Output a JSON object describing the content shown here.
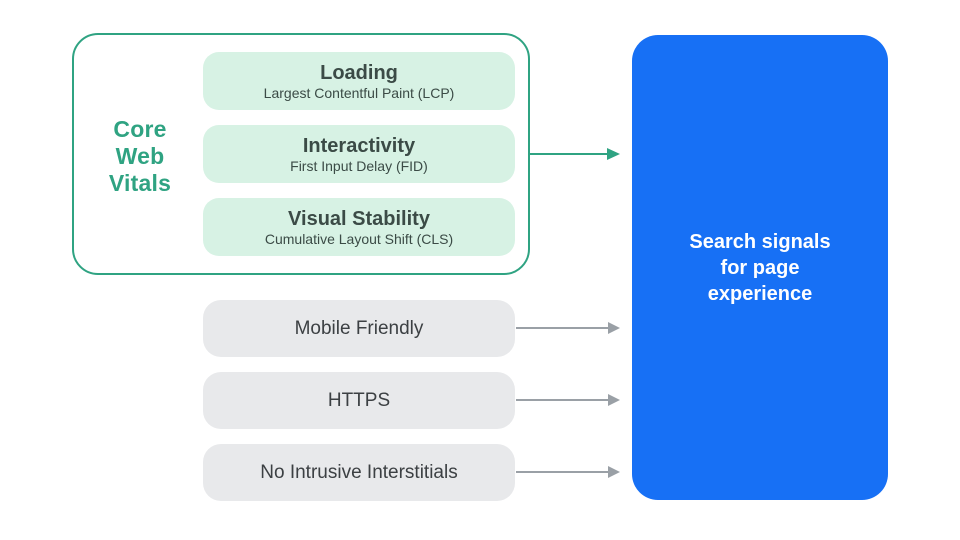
{
  "colors": {
    "accent_green": "#2fa382",
    "mint_box_bg": "#d7f2e4",
    "mint_box_text": "#3b4b46",
    "gray_box_bg": "#e8e9eb",
    "gray_box_text": "#3c4043",
    "gray_arrow": "#9aa0a6",
    "result_blue": "#1770f5",
    "result_text": "#ffffff",
    "canvas": "#ffffff"
  },
  "core_web_vitals": {
    "label": "Core\nWeb\nVitals",
    "items": [
      {
        "title": "Loading",
        "subtitle": "Largest Contentful Paint (LCP)"
      },
      {
        "title": "Interactivity",
        "subtitle": "First Input Delay (FID)"
      },
      {
        "title": "Visual Stability",
        "subtitle": "Cumulative Layout Shift (CLS)"
      }
    ]
  },
  "other_signals": [
    {
      "label": "Mobile Friendly"
    },
    {
      "label": "HTTPS"
    },
    {
      "label": "No Intrusive Interstitials"
    }
  ],
  "result": {
    "label": "Search signals\nfor page\nexperience"
  }
}
